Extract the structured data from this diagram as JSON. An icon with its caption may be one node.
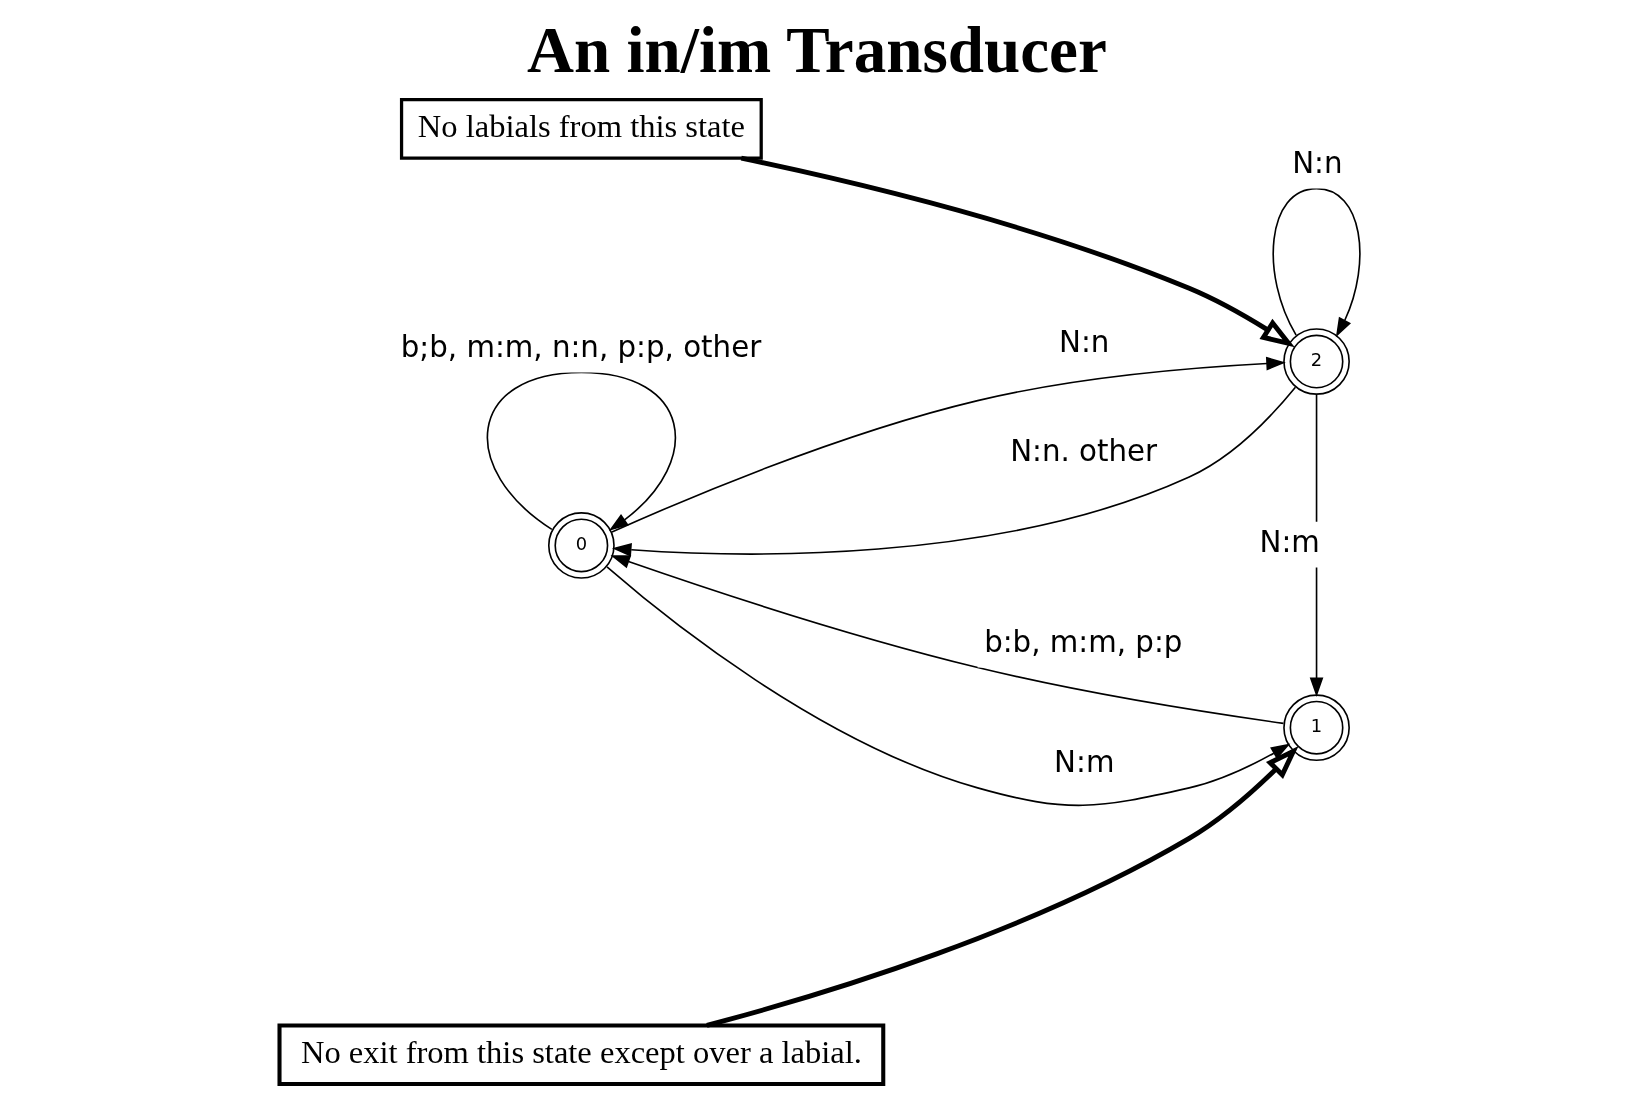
{
  "diagram": {
    "title": "An in/im Transducer",
    "nodes": [
      {
        "text": [
          "0"
        ]
      },
      {
        "text": [
          "1"
        ]
      },
      {
        "text": [
          "2"
        ]
      },
      {
        "text": [
          "No exit from this state except over a labial."
        ]
      },
      {
        "text": [
          "No labials from this state"
        ]
      }
    ],
    "edges": [
      {
        "from": 0,
        "to": 0,
        "arrow": "to",
        "label": "b;b, m:m, n:n, p:p, other"
      },
      {
        "from": 1,
        "to": 0,
        "arrow": "to",
        "label": "b:b, m:m, p:p"
      },
      {
        "from": 0,
        "to": 1,
        "arrow": "to",
        "label": "N:m"
      },
      {
        "from": 0,
        "to": 2,
        "arrow": "to",
        "label": "N:n"
      },
      {
        "from": 2,
        "to": 0,
        "arrow": "to",
        "label": "N:n. other"
      },
      {
        "from": 2,
        "to": 1,
        "arrow": "to",
        "label": "N:m"
      },
      {
        "from": 2,
        "to": 2,
        "arrow": "to",
        "label": "N:n"
      },
      {
        "from": 3,
        "to": 1,
        "arrow": "to",
        "style": "thick"
      },
      {
        "from": 4,
        "to": 2,
        "arrow": "to",
        "style": "thick"
      }
    ]
  }
}
